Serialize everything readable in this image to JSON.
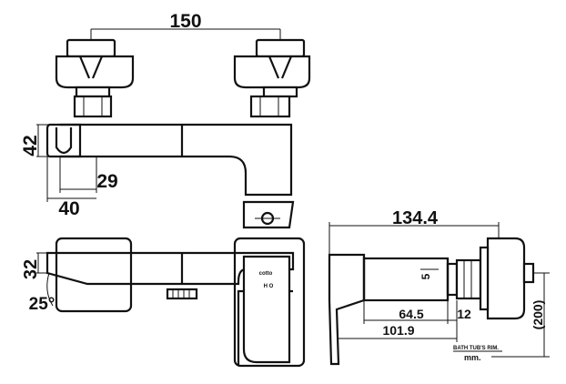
{
  "dimensions": {
    "width_150": "150",
    "height_42": "42",
    "offset_29": "29",
    "offset_40": "40",
    "height_32": "32",
    "angle_25": "25°",
    "depth_134_4": "134.4",
    "dia_5": "5",
    "len_64_5": "64.5",
    "len_12": "12",
    "len_101_9": "101.9",
    "height_200": "(200)"
  },
  "notes": {
    "rim_label": "BATH TUB'S RIM.",
    "unit_label": "mm.",
    "hot_cold_marks": "H  O",
    "brand_mark": "cotto"
  }
}
